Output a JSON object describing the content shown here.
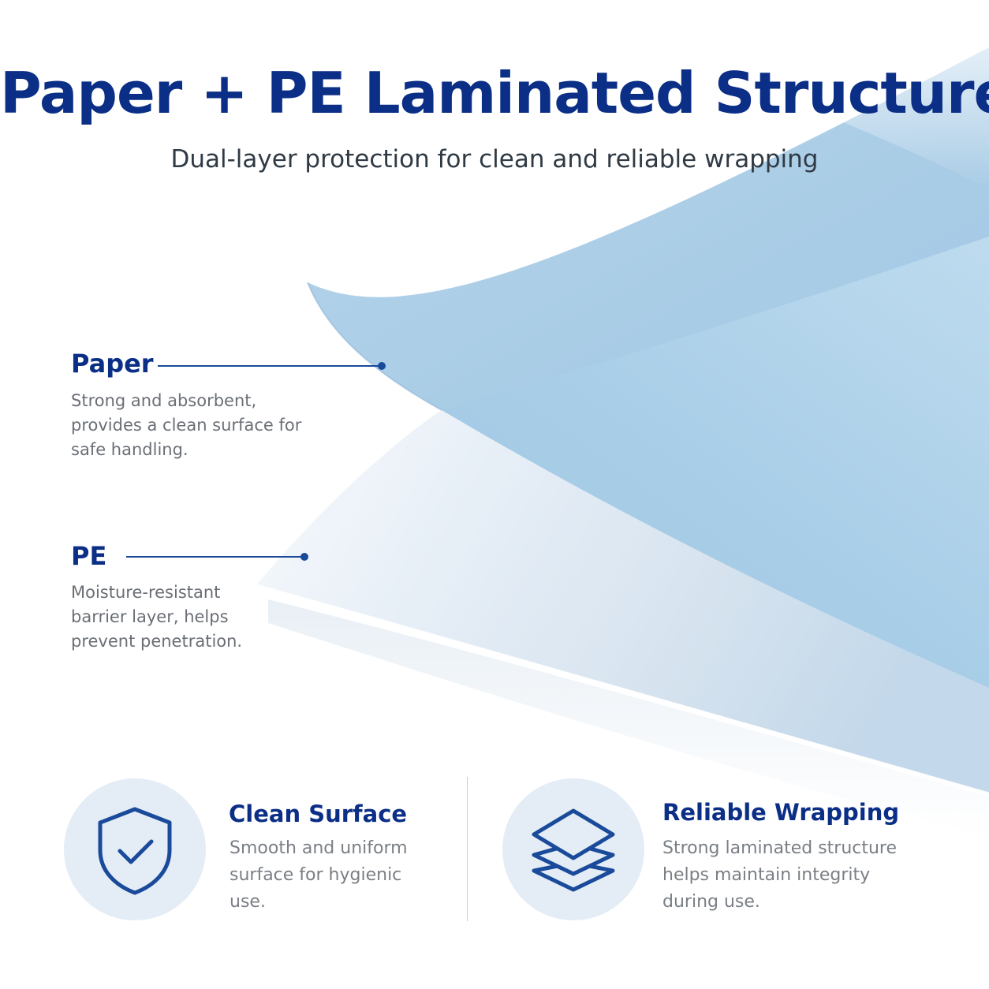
{
  "header": {
    "title": "Paper + PE Laminated Structure",
    "subtitle": "Dual-layer protection for clean and reliable wrapping"
  },
  "layers": [
    {
      "title": "Paper",
      "description": "Strong and absorbent, provides a clean surface for safe handling."
    },
    {
      "title": "PE",
      "description": "Moisture-resistant barrier layer, helps prevent penetration."
    }
  ],
  "features": [
    {
      "icon": "shield-check-icon",
      "title": "Clean Surface",
      "description": "Smooth and uniform surface for hygienic use."
    },
    {
      "icon": "layers-icon",
      "title": "Reliable Wrapping",
      "description": "Strong laminated structure helps maintain integrity during use."
    }
  ],
  "colors": {
    "accent": "#0b2f86",
    "paper": "#a9cde6",
    "pe_film": "#e6eef6",
    "icon_background": "#e4ecf6"
  }
}
